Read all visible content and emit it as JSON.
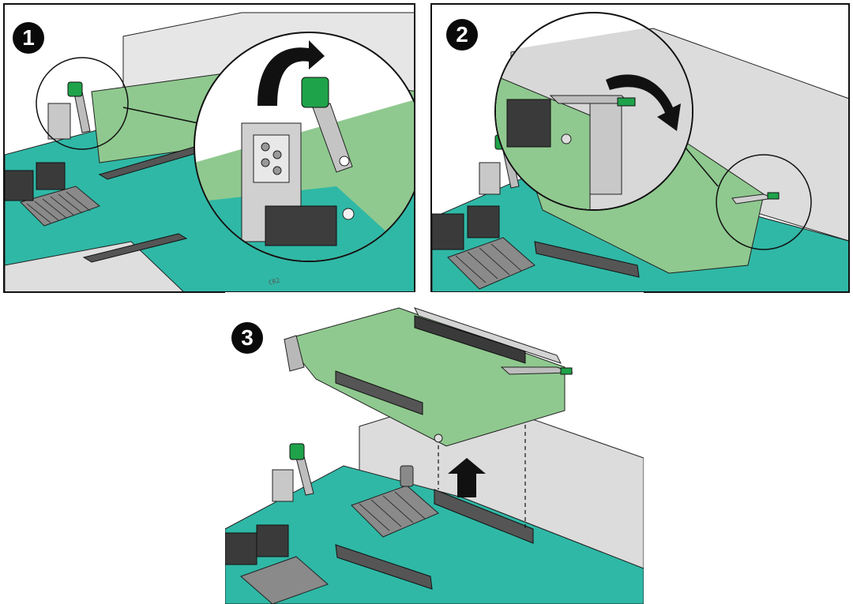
{
  "steps": [
    {
      "number": "1"
    },
    {
      "number": "2"
    },
    {
      "number": "3"
    }
  ],
  "silkscreen": {
    "slot_label": "CR2"
  },
  "colors": {
    "board": "#2fb8a6",
    "board_dark": "#20907f",
    "card_pcb": "#8fc98f",
    "lever_tab": "#1fa34a",
    "chassis": "#d9d9d9",
    "chassis_dark": "#9a9a9a",
    "outline": "#222222",
    "arrow": "#111111"
  },
  "icons": [
    "rotate-up-arrow-icon",
    "rotate-clockwise-arrow-icon",
    "lift-up-arrow-icon",
    "magnifier-callout-icon"
  ]
}
